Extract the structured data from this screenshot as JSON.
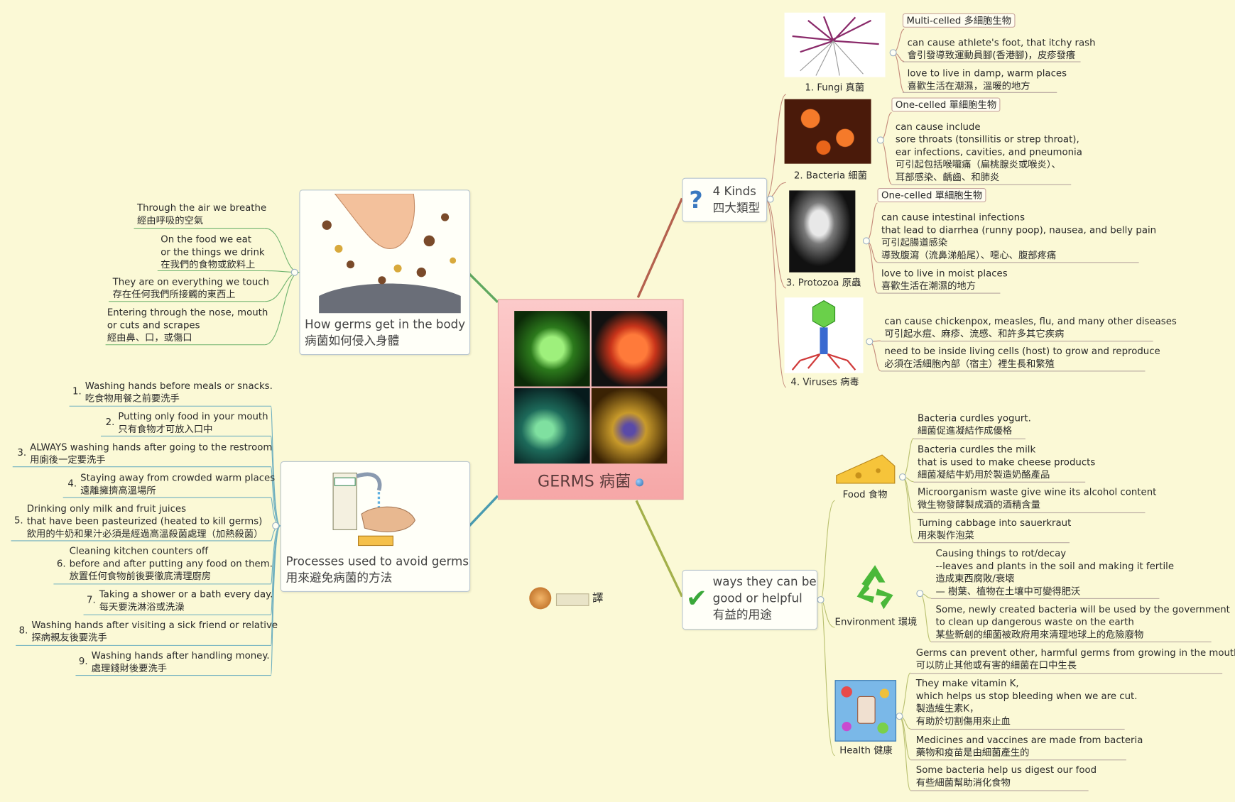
{
  "center": {
    "title": "GERMS 病菌"
  },
  "translator": {
    "suffix": "譯"
  },
  "infection": {
    "title_en": "How germs get in the body",
    "title_zh": "病菌如何侵入身體",
    "items": [
      {
        "en": "Through the air we breathe",
        "zh": "經由呼吸的空氣"
      },
      {
        "en1": "On the food we eat",
        "en2": "or the things we drink",
        "zh": "在我們的食物或飲料上"
      },
      {
        "en": "They are on everything we touch",
        "zh": "存在任何我們所接觸的東西上"
      },
      {
        "en1": "Entering through the nose, mouth",
        "en2": "or cuts and scrapes",
        "zh": "經由鼻、口，或傷口"
      }
    ]
  },
  "processes": {
    "title_en": "Processes used to avoid germs",
    "title_zh": "用來避免病菌的方法",
    "items": [
      {
        "n": "1.",
        "lines": [
          "Washing hands before meals or snacks.",
          "吃食物用餐之前要洗手"
        ]
      },
      {
        "n": "2.",
        "lines": [
          "Putting only food in your mouth",
          "只有食物才可放入口中"
        ]
      },
      {
        "n": "3.",
        "lines": [
          "ALWAYS washing hands after going to the restroom",
          "用廁後一定要洗手"
        ]
      },
      {
        "n": "4.",
        "lines": [
          "Staying away from crowded warm places",
          "遠離擁擠高溫場所"
        ]
      },
      {
        "n": "5.",
        "lines": [
          "Drinking only milk and fruit juices",
          "that have been pasteurized (heated to kill germs)",
          "飲用的牛奶和果汁必須是經過高溫殺菌處理（加熱殺菌）"
        ]
      },
      {
        "n": "6.",
        "lines": [
          "Cleaning kitchen counters off",
          "before and after putting any food on them.",
          "放置任何食物前後要徹底清理廚房"
        ]
      },
      {
        "n": "7.",
        "lines": [
          "Taking a shower or a bath every day.",
          "每天要洗淋浴或洗澡"
        ]
      },
      {
        "n": "8.",
        "lines": [
          "Washing hands after visiting a sick friend or relative",
          "探病親友後要洗手"
        ]
      },
      {
        "n": "9.",
        "lines": [
          "Washing hands after handling money.",
          "處理錢財後要洗手"
        ]
      }
    ]
  },
  "kinds": {
    "title_en": "4 Kinds",
    "title_zh": "四大類型",
    "fungi": {
      "caption": "1. Fungi 真菌",
      "label": "Multi-celled 多細胞生物",
      "items": [
        [
          "can cause athlete's foot, that itchy rash",
          "會引發導致運動員腳(香港腳)，皮疹發癢"
        ],
        [
          "love to live in damp, warm places",
          "喜歡生活在潮濕，溫暖的地方"
        ]
      ]
    },
    "bacteria": {
      "caption": "2. Bacteria 細菌",
      "label": "One-celled 單細胞生物",
      "items": [
        [
          "can cause include",
          "sore throats (tonsillitis or strep throat),",
          "ear infections, cavities, and pneumonia",
          "可引起包括喉嚨痛（扁桃腺炎或喉炎）、",
          "耳部感染、齲齒、和肺炎"
        ]
      ]
    },
    "protozoa": {
      "caption": "3. Protozoa 原蟲",
      "label": "One-celled 單細胞生物",
      "items": [
        [
          "can cause intestinal infections",
          "that lead to diarrhea (runny poop), nausea, and belly pain",
          "可引起腸道感染",
          "導致腹瀉（流鼻涕船尾）、噁心、腹部疼痛"
        ],
        [
          "love to live in moist places",
          "喜歡生活在潮濕的地方"
        ]
      ]
    },
    "viruses": {
      "caption": "4. Viruses 病毒",
      "items": [
        [
          "can cause chickenpox, measles, flu, and many other diseases",
          "可引起水痘、麻疹、流感、和許多其它疾病"
        ],
        [
          "need to be inside living cells (host) to grow and reproduce",
          "必須在活細胞內部（宿主）裡生長和繁殖"
        ]
      ]
    }
  },
  "helpful": {
    "title_en1": "ways they can be",
    "title_en2": "good or helpful",
    "title_zh": "有益的用途",
    "food": {
      "caption": "Food 食物",
      "items": [
        [
          "Bacteria curdles yogurt.",
          "細菌促進凝結作成優格"
        ],
        [
          "Bacteria curdles the milk",
          "that is used to make cheese products",
          "細菌凝結牛奶用於製造奶酪產品"
        ],
        [
          "Microorganism waste give wine its alcohol content",
          "微生物發酵製成酒的酒精含量"
        ],
        [
          "Turning cabbage into sauerkraut",
          "用來製作泡菜"
        ]
      ]
    },
    "environment": {
      "caption": "Environment 環境",
      "items": [
        [
          "Causing things to rot/decay",
          "--leaves and plants in the soil and making it fertile",
          "造成東西腐敗/衰壞",
          "— 樹葉、植物在土壤中可變得肥沃"
        ],
        [
          "Some, newly created bacteria will be used by the government",
          "to clean up dangerous waste on the earth",
          "某些新創的細菌被政府用來清理地球上的危險廢物"
        ]
      ]
    },
    "health": {
      "caption": "Health 健康",
      "items": [
        [
          "Germs can prevent other, harmful germs from growing in the mouth",
          "可以防止其他或有害的細菌在口中生長"
        ],
        [
          "They make vitamin K,",
          "which helps us stop bleeding when we are cut.",
          "製造維生素K，",
          "有助於切割傷用來止血"
        ],
        [
          "Medicines and vaccines are made from bacteria",
          "藥物和疫苗是由細菌產生的"
        ],
        [
          "Some bacteria help us digest our food",
          "有些細菌幫助消化食物"
        ]
      ]
    }
  },
  "colors": {
    "background": "#fbf9d6",
    "center_fill": "#f9b5b5",
    "branch_kinds": "#b4614e",
    "branch_infection": "#5fa85f",
    "branch_processes": "#4a9bb0",
    "branch_helpful": "#a3b04a"
  }
}
